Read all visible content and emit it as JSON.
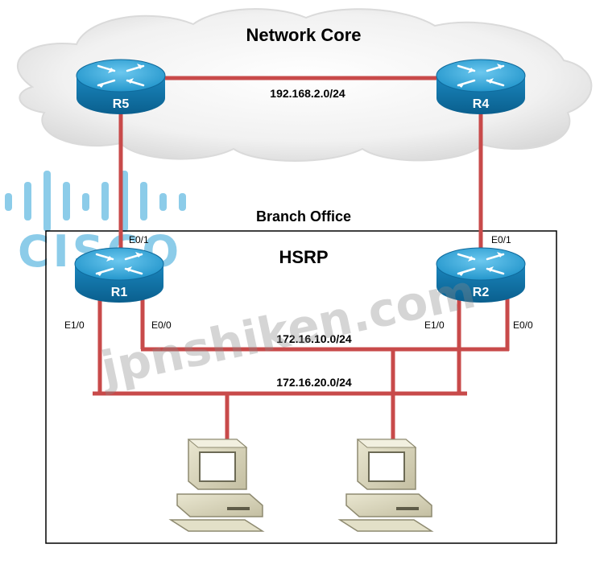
{
  "title": "Network Core",
  "branch_label": "Branch Office",
  "hsrp_label": "HSRP",
  "core_network": "192.168.2.0/24",
  "lan_network_1": "172.16.10.0/24",
  "lan_network_2": "172.16.20.0/24",
  "routers": {
    "r5": {
      "name": "R5"
    },
    "r4": {
      "name": "R4"
    },
    "r1": {
      "name": "R1",
      "port_top": "E0/1",
      "port_left": "E1/0",
      "port_right": "E0/0"
    },
    "r2": {
      "name": "R2",
      "port_top": "E0/1",
      "port_left": "E1/0",
      "port_right": "E0/0"
    }
  },
  "watermark": "jpnshiken.com",
  "logo_text": "CISCO",
  "colors": {
    "link": "#c84a4a",
    "router_top": "#2fa6dc",
    "router_side": "#0f73a8",
    "cloud": "#f1f1f1",
    "cisco_blue": "#2fa3d8"
  }
}
